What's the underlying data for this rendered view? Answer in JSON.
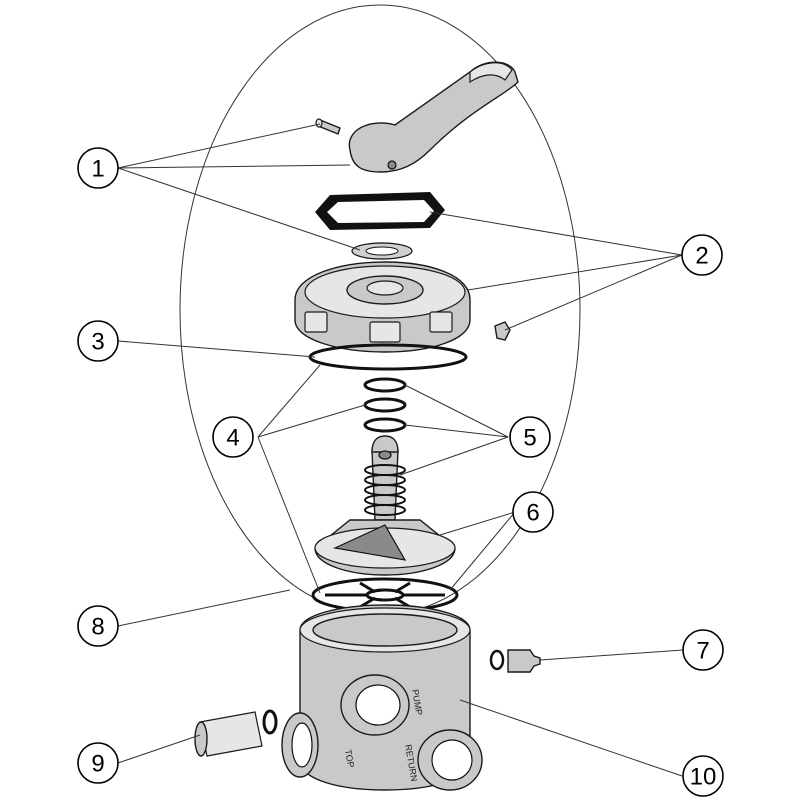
{
  "callouts": [
    {
      "id": "1",
      "label": "1"
    },
    {
      "id": "2",
      "label": "2"
    },
    {
      "id": "3",
      "label": "3"
    },
    {
      "id": "4",
      "label": "4"
    },
    {
      "id": "5",
      "label": "5"
    },
    {
      "id": "6",
      "label": "6"
    },
    {
      "id": "7",
      "label": "7"
    },
    {
      "id": "8",
      "label": "8"
    },
    {
      "id": "9",
      "label": "9"
    },
    {
      "id": "10",
      "label": "10"
    }
  ],
  "body_labels": {
    "pump": "PUMP",
    "return": "RETURN",
    "top": "TOP"
  },
  "colors": {
    "line": "#000000",
    "part": "#c9c9c9",
    "background": "#ffffff"
  }
}
